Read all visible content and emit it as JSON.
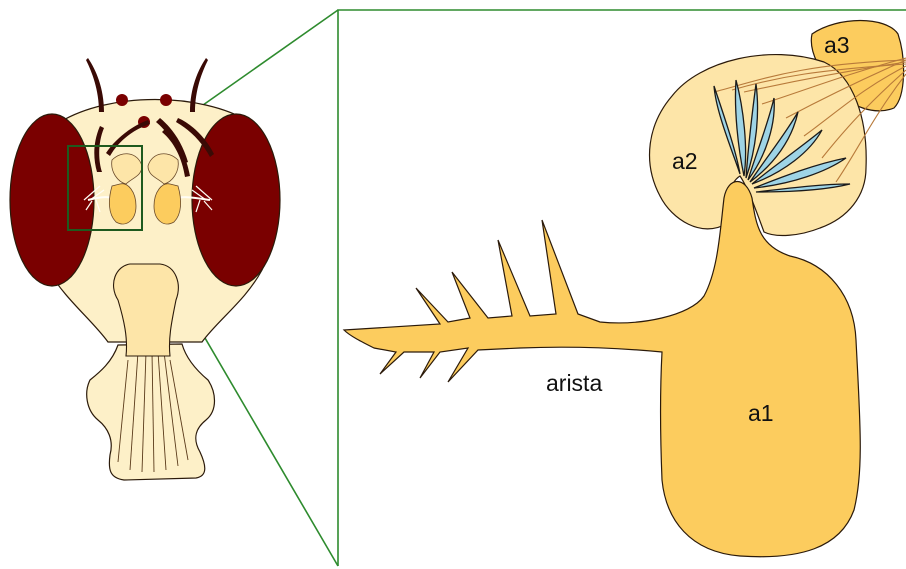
{
  "labels": {
    "a3": "a3",
    "a2": "a2",
    "a1": "a1",
    "arista": "arista"
  },
  "colors": {
    "head": "#fdf0c8",
    "eye": "#7a0000",
    "segment_light": "#fde5a8",
    "segment_mid": "#fdd88a",
    "segment_dark": "#fccc5e",
    "outline": "#2b1a0a",
    "zoom_lines": "#2e8b2e",
    "sensilla": "#9ed4e6"
  }
}
